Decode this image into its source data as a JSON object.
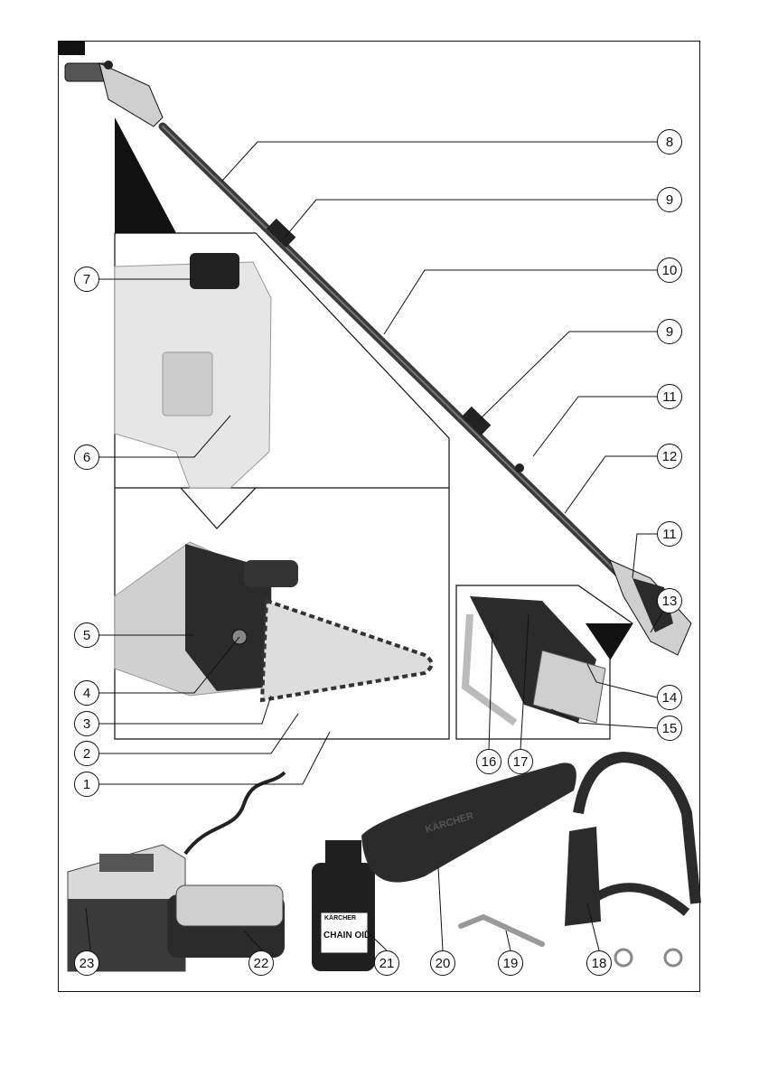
{
  "callouts": {
    "c1": "1",
    "c2": "2",
    "c3": "3",
    "c4": "4",
    "c5": "5",
    "c6": "6",
    "c7": "7",
    "c8": "8",
    "c9a": "9",
    "c9b": "9",
    "c10": "10",
    "c11a": "11",
    "c11b": "11",
    "c12": "12",
    "c13": "13",
    "c14": "14",
    "c15": "15",
    "c16": "16",
    "c17": "17",
    "c18": "18",
    "c19": "19",
    "c20": "20",
    "c21": "21",
    "c22": "22",
    "c23": "23"
  },
  "labels": {
    "bottle_brand": "KÄRCHER",
    "bottle_text": "CHAIN OIL",
    "cover_brand": "KÄRCHER"
  },
  "colors": {
    "line": "#111111",
    "dark_part": "#2b2b2b",
    "mid_part": "#777777",
    "light_part": "#d6d6d6",
    "pole": "#3a3a3a"
  }
}
